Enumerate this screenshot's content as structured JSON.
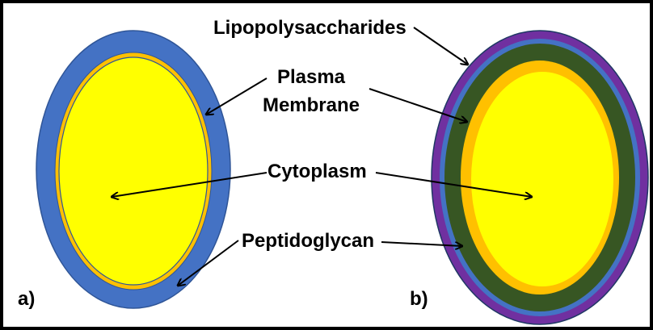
{
  "labels": {
    "lipopolysaccharides": "Lipopolysaccharides",
    "plasma_line1": "Plasma",
    "plasma_line2": "Membrane",
    "cytoplasm": "Cytoplasm",
    "peptidoglycan": "Peptidoglycan",
    "panel_a": "a)",
    "panel_b": "b)"
  },
  "colors": {
    "cytoplasm": "#ffff00",
    "plasma_membrane": "#ffc000",
    "peptidoglycan_gram_positive": "#4472c4",
    "peptidoglycan_gram_negative": "#375623",
    "outer_membrane": "#4472c4",
    "lipopolysaccharides": "#7030a0",
    "outline": "#1f3864",
    "frame": "#000000"
  }
}
